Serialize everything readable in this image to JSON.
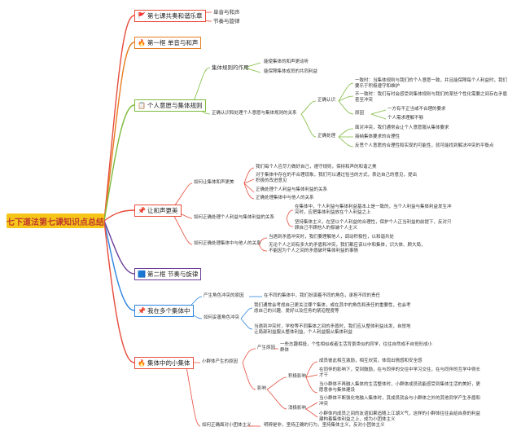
{
  "root": "七下道法第七课知识点总结",
  "topics": [
    {
      "label": "第七课共奏和谐乐章",
      "icon": "red-flag-icon",
      "glyph": "🚩"
    },
    {
      "label": "第一框 单音与和声",
      "icon": "fire-icon",
      "glyph": "🔥"
    },
    {
      "label": "个人意愿与集体规则",
      "icon": "checklist-icon",
      "glyph": "📋"
    },
    {
      "label": "让和声更美",
      "icon": "pin-icon",
      "glyph": "📌"
    },
    {
      "label": "第二框 节奏与旋律",
      "icon": "blue-square-icon",
      "glyph": "🟦"
    },
    {
      "label": "我在多个集体中",
      "icon": "pin-icon",
      "glyph": "📌"
    },
    {
      "label": "集体中的小集体",
      "icon": "fire-icon",
      "glyph": "🔥"
    }
  ],
  "texts": {
    "t1a": "单音与和声",
    "t1b": "节奏与旋律",
    "g1": "集体规则的作用",
    "g1a": "能使集体的和声更动听",
    "g1b": "能保障集体成员的共同利益",
    "g2": "正确认识和处理个人意愿与集体规则的关系",
    "g2a": "正确认识",
    "g2a1": "一致时：当集体规则与我们的个人意愿一致，并且能保障每个人利益时，我们要乐于积极遵守和维护",
    "g2a2": "不一致时：我们有时会感受到集体规则与我们的某些个性化需要之间存在矛盾甚至冲突",
    "g2a3": "原因",
    "g2a3a": "一方有不正当或不合理的要求",
    "g2a3b": "个人需求理解不够",
    "g2b": "正确处理",
    "g2b1": "面对冲突，我们通常会让个人意愿服从集体要求",
    "g2b2": "接纳集体要求的合理性",
    "g2b3": "反思个人意愿的合理性和实现的可能性，就可能找到解决冲突的平衡点",
    "h1": "如何让集体和声更美",
    "h1a": "我们每个人应尽力做好自己，遵守规则，保持和声的和谐之美",
    "h1b": "对于集体中存在的不合理现象，我们可以通过恰当的方式，表达自己的意见，提出积极的改进意见",
    "h1c": "正确处理个人利益与集体利益的关系",
    "h1d": "正确处理集体中与他人的关系",
    "h2": "如何正确处理个人利益与集体利益的关系",
    "h2a": "在集体中，个人利益与集体利益基本上是一致的，当个人利益与集体利益发生冲突时，应把集体利益放在个人利益之上",
    "h2b": "坚持集体主义，在坚以个人利益的合理性，保护个人正当利益的前提下，反对只顾自己不顾他人的极端个人主义",
    "h3": "如何正确处理集体中与他人的关系",
    "h3a": "当遇到矛盾冲突时，我们要理解他人，调动积极性，以和谐共处",
    "h3b": "无论个人之间有多大的矛盾和冲突，我们都应该以中和集体，识大体、顾大局，不能因为个人之间的矛盾破坏集体利益的事情",
    "m1": "产生角色冲突的原因",
    "m1a": "在不同的集体中，我们扮演着不同的角色，承担不同的责任",
    "m2": "如何妥善角色冲突",
    "m2a": "我们通常会考虑自己更关注哪个集体，或在其中的角色和责任的重要性，也会考虑自己的兴趣、爱好以及任务的紧迫程度等",
    "m2b": "当遇到冲突时，学校等不同集体之间的矛盾时，我们应从整体利益出发，自觉地让局部利益服从整体利益，个人利益服从集体利益",
    "s1": "小群体产生的原因",
    "s1a": "产生原因",
    "s1a1": "一些志趣相投，个性相似或者生活背景类似的同学，往往自然成不自觉形成小群体",
    "s1b": "影响",
    "s1b1": "积极影响",
    "s1b1a": "成员彼此相互激励，相互欣赏，体现出情感和安全感",
    "s1b1b": "在同伴的影响下，受到鼓励，在与同伴的交往中学习交往，在与同伴的互学中得长才干",
    "s1b1c": "当小群体不再融入集体的生活整体时，小群体成员就能感受到集体生活的美好，更愿意参与集体建设",
    "s1b2": "消极影响",
    "s1b2a": "当小群体不断强化地融入集体时，其成员就会与小群体之外的其他同学产生矛盾和冲突",
    "s1b2b": "小群体内成员之间的友谊如果追随上江湖义气，这样的小群体往往会给自身的利益建构着集体利益之上，成为小团体主义",
    "s2": "如何正确面对小团体主义",
    "s2a": "明辨是非，坚持正确的行为，坚持集体主义，反对小团体主义"
  },
  "colors": {
    "root_fill": "#f5c518",
    "root_text": "#c0392b",
    "branch_red": "#e74c3c",
    "branch_orange": "#e67e22",
    "branch_green": "#7dbb3c",
    "branch_purple": "#6c3c99",
    "branch_blue": "#2e86de"
  }
}
